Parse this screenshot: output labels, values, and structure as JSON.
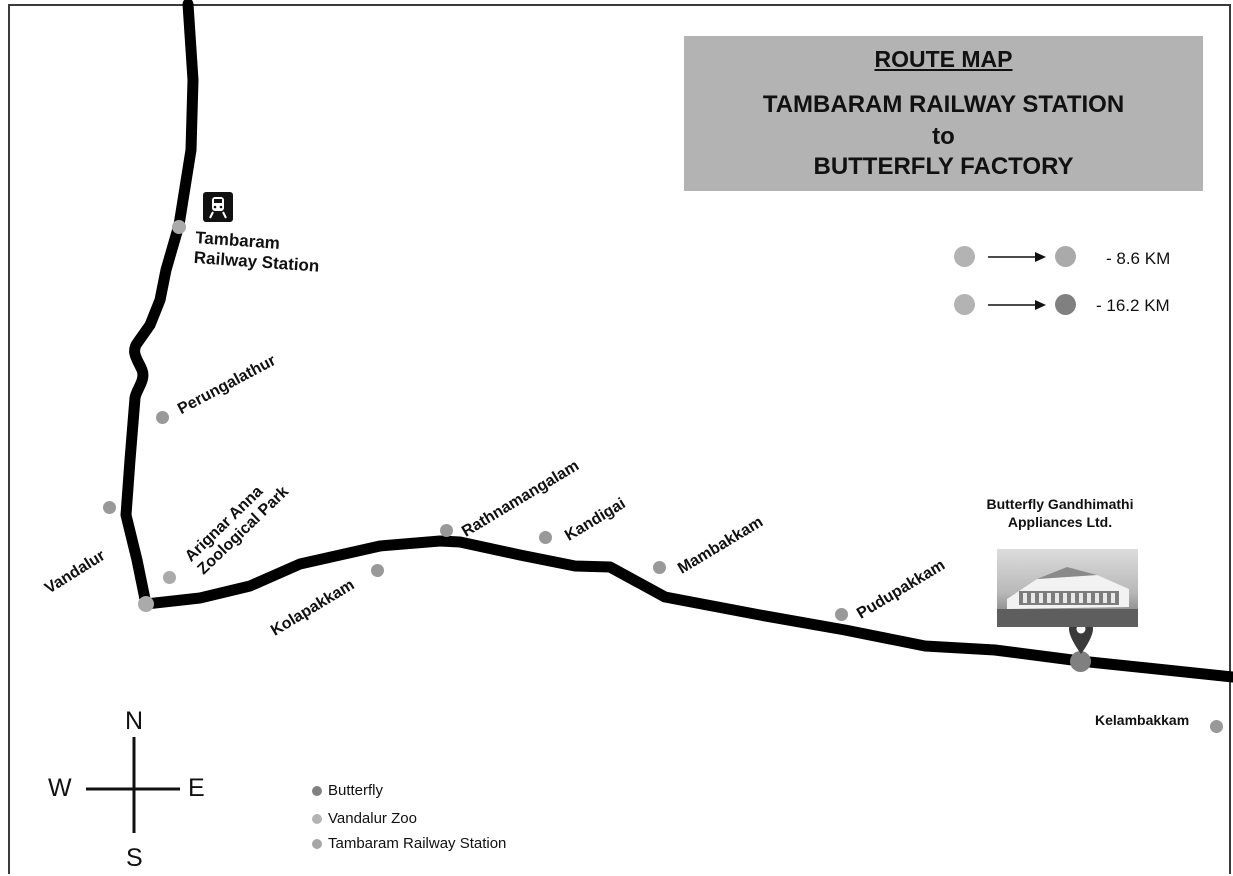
{
  "title": {
    "heading": "ROUTE MAP",
    "line1": "TAMBARAM RAILWAY STATION",
    "line2": "to",
    "line3": "BUTTERFLY FACTORY"
  },
  "places": {
    "tambaram_1": "Tambaram",
    "tambaram_2": "Railway Station",
    "perungalathur": "Perungalathur",
    "vandalur": "Vandalur",
    "zoo_1": "Arignar Anna",
    "zoo_2": "Zoological Park",
    "kolapakkam": "Kolapakkam",
    "rathnamangalam": "Rathnamangalam",
    "kandigai": "Kandigai",
    "mambakkam": "Mambakkam",
    "pudupakkam": "Pudupakkam",
    "kelambakkam": "Kelambakkam"
  },
  "company": {
    "line1": "Butterfly Gandhimathi",
    "line2": "Appliances Ltd."
  },
  "distances": [
    {
      "text": "-  8.6 KM"
    },
    {
      "text": "-  16.2 KM"
    }
  ],
  "legend": [
    {
      "label": "Butterfly",
      "color": "#808080"
    },
    {
      "label": "Vandalur Zoo",
      "color": "#b3b3b3"
    },
    {
      "label": "Tambaram Railway Station",
      "color": "#a6a6a6"
    }
  ],
  "compass": {
    "n": "N",
    "s": "S",
    "e": "E",
    "w": "W"
  },
  "colors": {
    "route": "#000000",
    "dot_light": "#aaaaaa",
    "dot_dark": "#808080",
    "title_bg": "#b3b3b3"
  },
  "icons": {
    "station": "train-icon",
    "factory": "map-pin-icon"
  }
}
